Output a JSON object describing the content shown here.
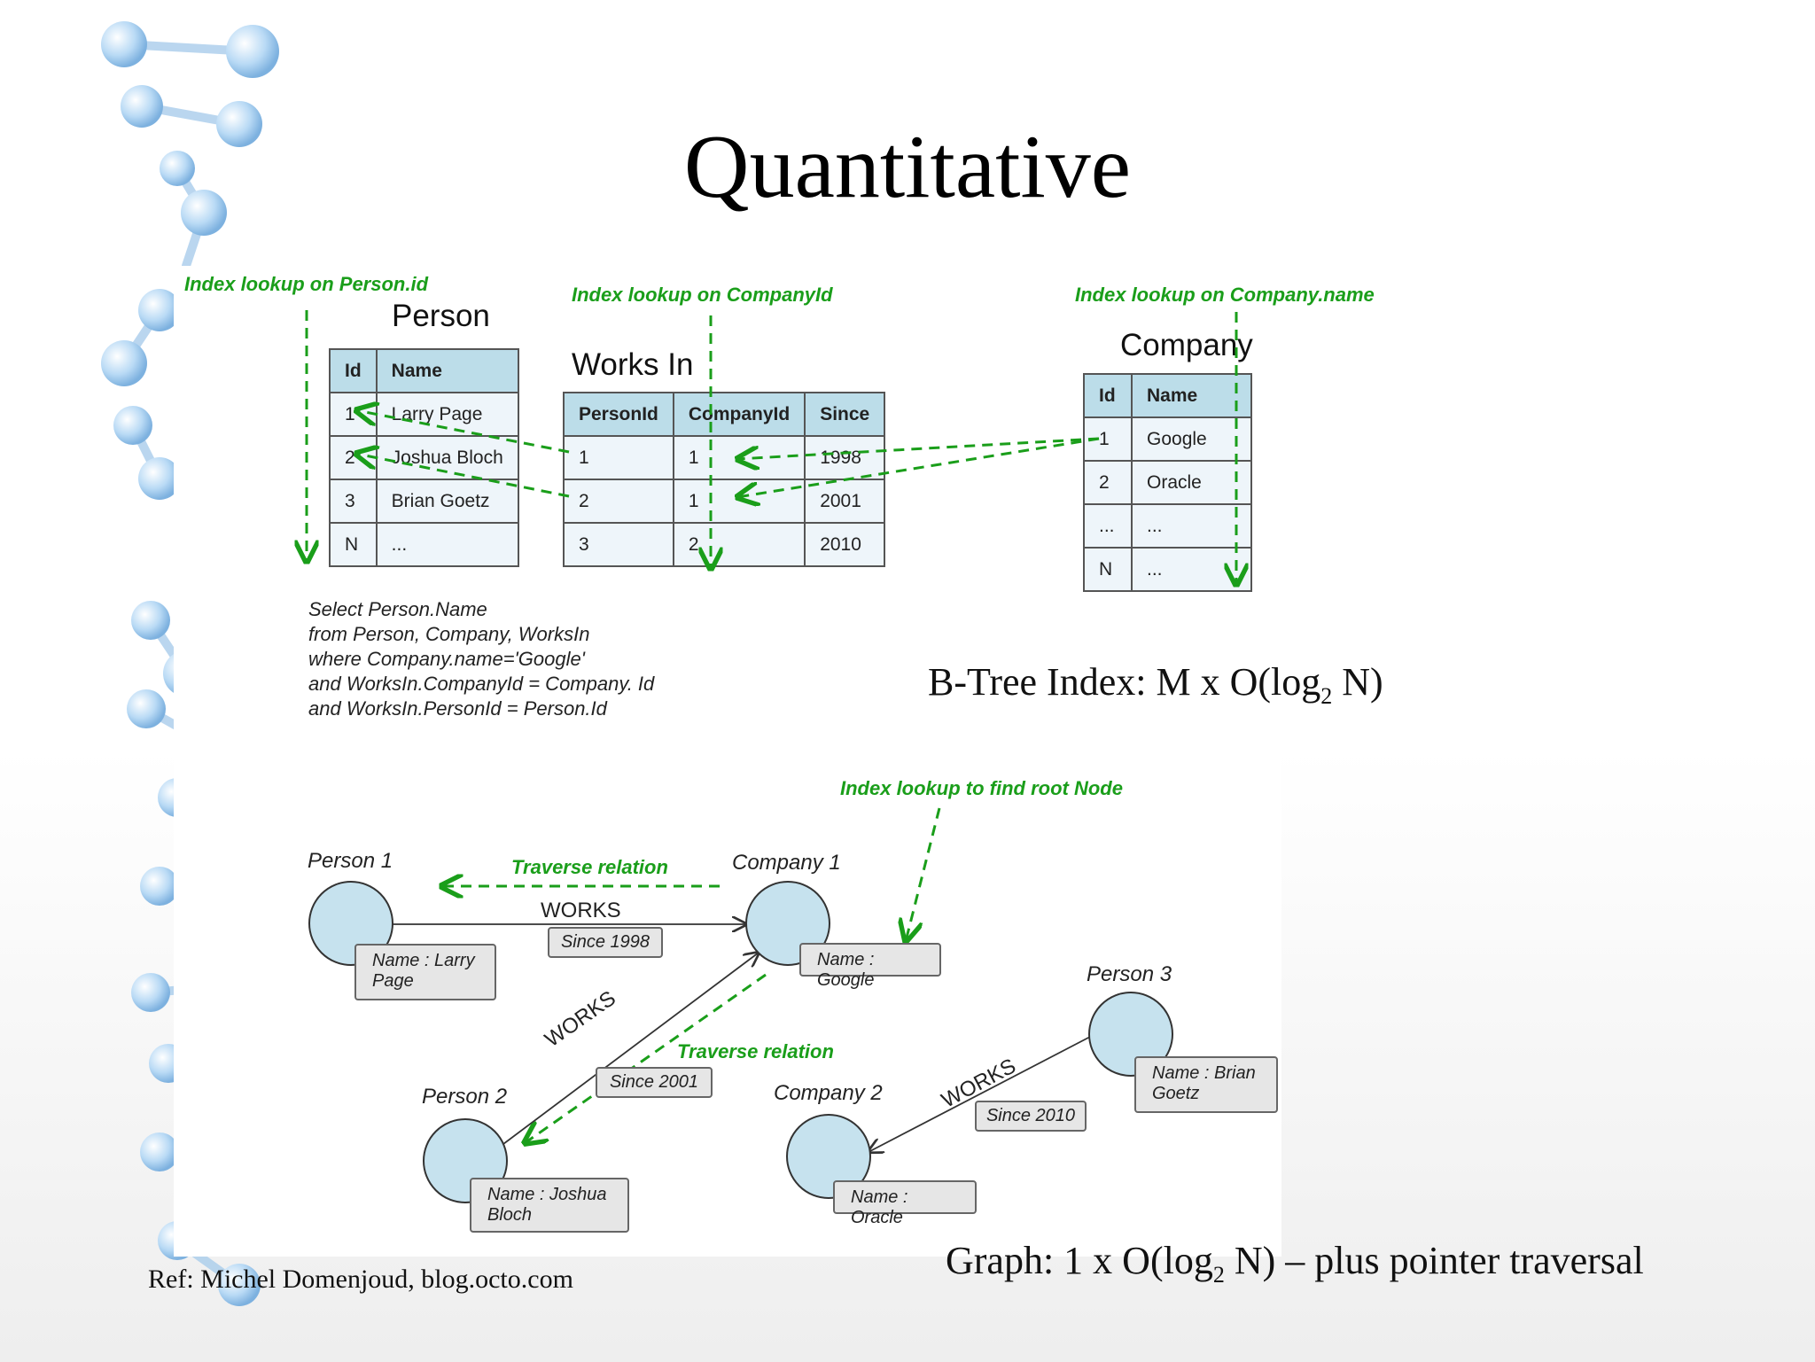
{
  "title": "Quantitative",
  "labels": {
    "lookup_person": "Index lookup on Person.id",
    "lookup_company_id": "Index lookup on CompanyId",
    "lookup_company_name": "Index lookup on Company.name",
    "lookup_root": "Index lookup to find root Node",
    "traverse_1": "Traverse relation",
    "traverse_2": "Traverse relation"
  },
  "person_table": {
    "title": "Person",
    "headers": [
      "Id",
      "Name"
    ],
    "rows": [
      [
        "1",
        "Larry Page"
      ],
      [
        "2",
        "Joshua Bloch"
      ],
      [
        "3",
        "Brian Goetz"
      ],
      [
        "N",
        "..."
      ]
    ]
  },
  "works_table": {
    "title": "Works In",
    "headers": [
      "PersonId",
      "CompanyId",
      "Since"
    ],
    "rows": [
      [
        "1",
        "1",
        "1998"
      ],
      [
        "2",
        "1",
        "2001"
      ],
      [
        "3",
        "2",
        "2010"
      ]
    ]
  },
  "company_table": {
    "title": "Company",
    "headers": [
      "Id",
      "Name"
    ],
    "rows": [
      [
        "1",
        "Google"
      ],
      [
        "2",
        "Oracle"
      ],
      [
        "...",
        "..."
      ],
      [
        "N",
        "..."
      ]
    ]
  },
  "sql": [
    "Select Person.Name",
    "from Person, Company, WorksIn",
    "where  Company.name='Google'",
    "and WorksIn.CompanyId = Company. Id",
    "and WorksIn.PersonId = Person.Id"
  ],
  "btree": {
    "pre": "B-Tree Index: M x O(log",
    "sub": "2",
    "post": " N)"
  },
  "graph_cost": {
    "pre": "Graph: 1 x O(log",
    "sub": "2",
    "post": " N) – plus pointer traversal"
  },
  "graph": {
    "person1": "Person 1",
    "person1_prop": [
      "Name : Larry",
      "Page"
    ],
    "company1": "Company 1",
    "company1_prop": "Name : Google",
    "person2": "Person 2",
    "person2_prop": [
      "Name : Joshua",
      "Bloch"
    ],
    "company2": "Company 2",
    "company2_prop": "Name : Oracle",
    "person3": "Person 3",
    "person3_prop": [
      "Name : Brian",
      "Goetz"
    ],
    "works_1": "WORKS",
    "since_1": "Since 1998",
    "works_2": "WORKS",
    "since_2": "Since 2001",
    "works_3": "WORKS",
    "since_3": "Since 2010"
  },
  "ref": "Ref: Michel Domenjoud, blog.octo.com",
  "colors": {
    "green": "#1a9e1a",
    "node": "#c6e2ee",
    "header": "#bcdde9"
  }
}
